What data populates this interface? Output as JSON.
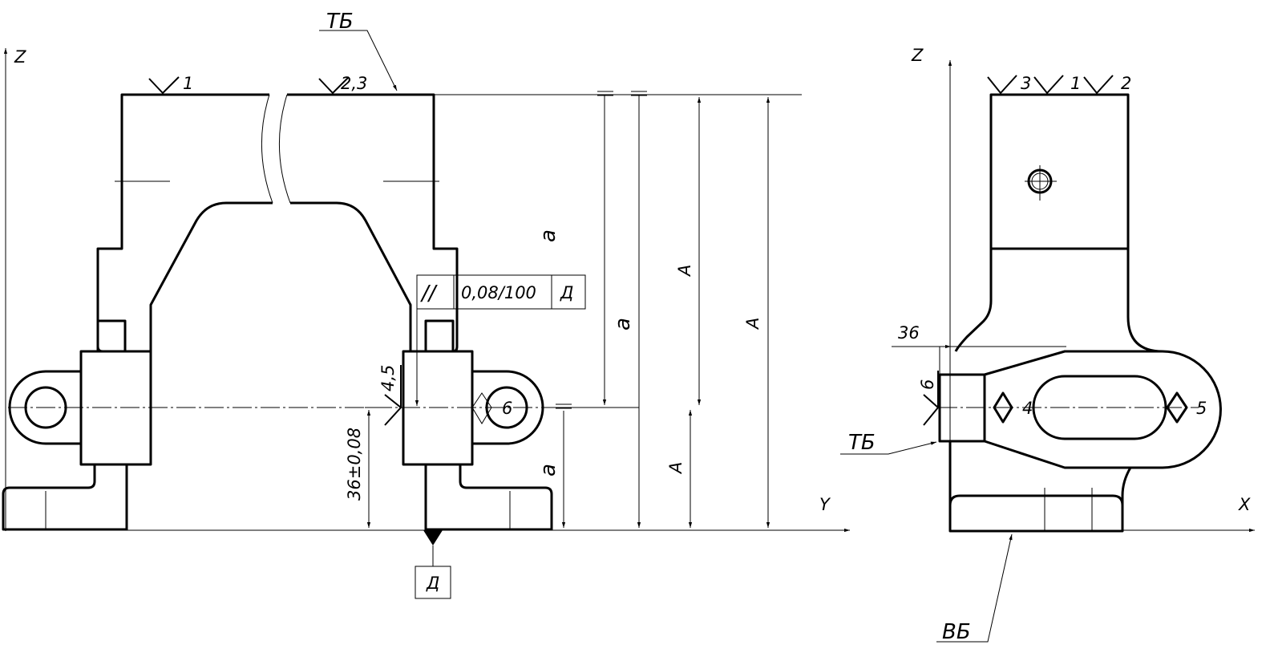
{
  "axes": {
    "front_z": "Z",
    "front_y": "Y",
    "side_z": "Z",
    "side_x": "X"
  },
  "bases": {
    "tb_front": "ТБ",
    "tb_side": "ТБ",
    "vb_side": "ВБ",
    "datum_d": "Д"
  },
  "marks": {
    "front_top_left": "1",
    "front_top_right": "2,3",
    "front_side": "4,5",
    "front_diamond": "6",
    "side_top_a": "3",
    "side_top_b": "1",
    "side_top_c": "2",
    "side_left": "6",
    "side_diamond_left": "4",
    "side_diamond_right": "5"
  },
  "dimensions": {
    "dim_36_tol": "36±0,08",
    "dim_36": "36",
    "a": "a",
    "A": "A"
  },
  "tolerance_frame": {
    "symbol": "//",
    "value": "0,08/100",
    "datum": "Д"
  }
}
